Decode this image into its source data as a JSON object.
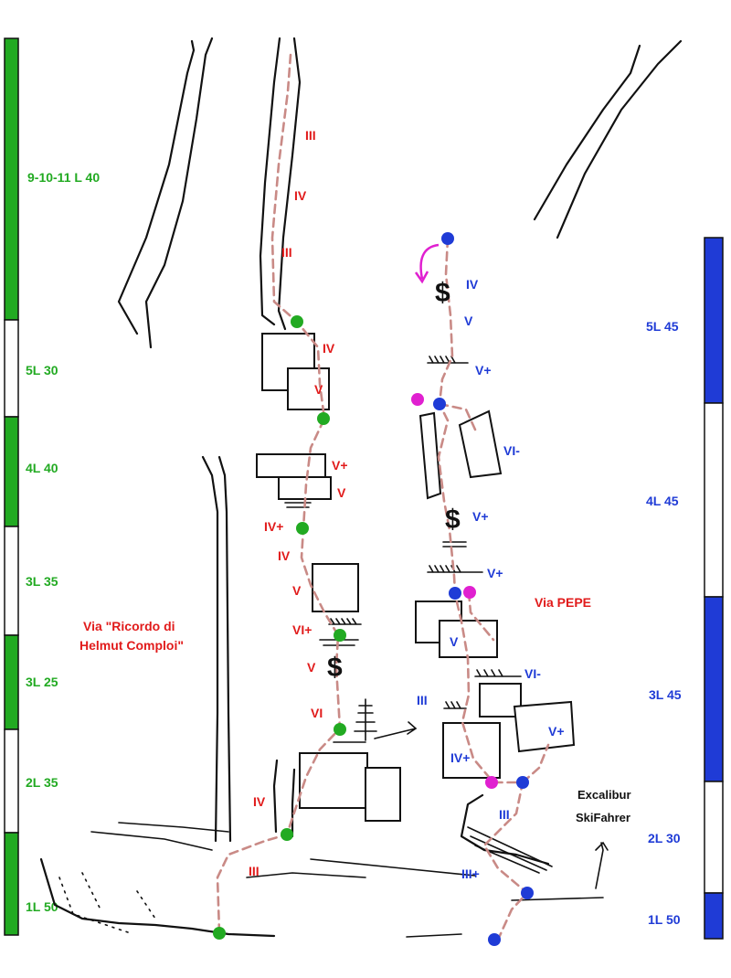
{
  "left_route": {
    "name": "Via \"Ricordo di\nHelmut Comploi\"",
    "name_lines": [
      "Via \"Ricordo di",
      "Helmut Comploi\""
    ],
    "color": "#e11b1b",
    "grades": [
      "III",
      "IV",
      "III",
      "IV",
      "V",
      "V+",
      "V",
      "IV+",
      "IV",
      "V",
      "VI+",
      "V",
      "VI",
      "IV",
      "III"
    ],
    "belay_color": "#22aa22"
  },
  "right_route": {
    "name": "Via PEPE",
    "color": "#e11b1b",
    "grades": [
      "IV",
      "V",
      "V+",
      "VI-",
      "V+",
      "V+",
      "V",
      "VI-",
      "III",
      "V+",
      "IV+",
      "III",
      "III+"
    ],
    "belay_color": "#1f3bd6",
    "alt_belay_color": "#e020d0"
  },
  "other_routes": {
    "line1": "Excalibur",
    "line2": "SkiFahrer"
  },
  "left_scale": {
    "color": "#22aa22",
    "sections": [
      "9-10-11 L 40",
      "5L 30",
      "4L 40",
      "3L 35",
      "3L 25",
      "2L 35",
      "1L 50"
    ]
  },
  "right_scale": {
    "color": "#1f3bd6",
    "sections": [
      "5L 45",
      "4L 45",
      "3L 45",
      "2L 30",
      "1L 50"
    ]
  },
  "symbols": {
    "bolt": "$"
  }
}
